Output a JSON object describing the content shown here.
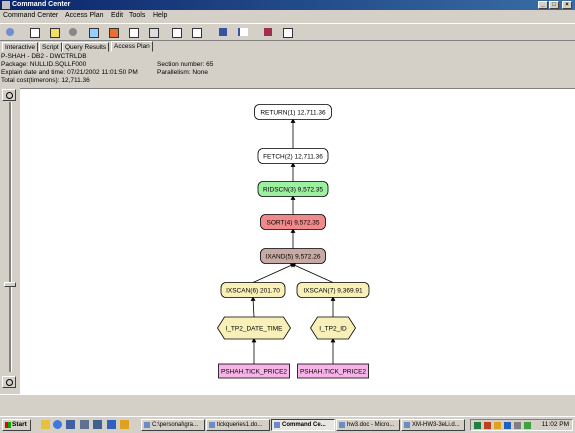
{
  "window": {
    "title": "Command Center",
    "controls": [
      "_",
      "□",
      "×"
    ]
  },
  "menu": [
    "Command Center",
    "Access Plan",
    "Edit",
    "Tools",
    "Help"
  ],
  "toolbar_icons": [
    "execute-icon",
    "scrapbook-icon",
    "script-icon",
    "history-icon",
    "image-icon",
    "copy-icon",
    "print-icon",
    "settings-icon",
    "list-icon",
    "tree-icon",
    "control-center-icon",
    "help-icon"
  ],
  "tabs": [
    "Interactive",
    "Script",
    "Query Results",
    "Access Plan"
  ],
  "info": {
    "line1": "P-SHAH - DB2 - DWCTRLDB",
    "line2": "Package: NULLID.SQLLF000",
    "line3": "Explain date and time: 07/21/2002 11:01:50 PM",
    "line4": "Total cost(timerons): 12,711.36",
    "section": "Section number: 65",
    "parallelism": "Parallelism: None"
  },
  "plan": {
    "nodes": [
      {
        "label": "RETURN(1) 12,711.36",
        "kind": "return",
        "color": "#ffffff"
      },
      {
        "label": "FETCH(2) 12,711.36",
        "kind": "fetch",
        "color": "#ffffff"
      },
      {
        "label": "RIDSCN(3) 9,572.35",
        "kind": "ridscn",
        "color": "#9cf0a0"
      },
      {
        "label": "SORT(4) 9,572.35",
        "kind": "sort",
        "color": "#f08a8a"
      },
      {
        "label": "IXAND(5) 9,572.26",
        "kind": "ixand",
        "color": "#c8aaa4"
      },
      {
        "label": "IXSCAN(6) 201.70",
        "kind": "ixscan",
        "color": "#f8f0b8"
      },
      {
        "label": "IXSCAN(7) 9,369.91",
        "kind": "ixscan",
        "color": "#f8f0b8"
      },
      {
        "label": "I_TP2_DATE_TIME",
        "kind": "index",
        "color": "#f8f0b8"
      },
      {
        "label": "I_TP2_ID",
        "kind": "index",
        "color": "#f8f0b8"
      },
      {
        "label": "PSHAH.TICK_PRICE2",
        "kind": "table",
        "color": "#f8b4e8"
      },
      {
        "label": "PSHAH.TICK_PRICE2",
        "kind": "table",
        "color": "#f8b4e8"
      }
    ]
  },
  "taskbar": {
    "start": "Start",
    "tasks": [
      "C:\\personal\\gra...",
      "tickqueries1.do...",
      "Command Ce...",
      "hw3.doc - Micro...",
      "XM-HW3-3eLi.d..."
    ],
    "clock": "11:02 PM"
  }
}
